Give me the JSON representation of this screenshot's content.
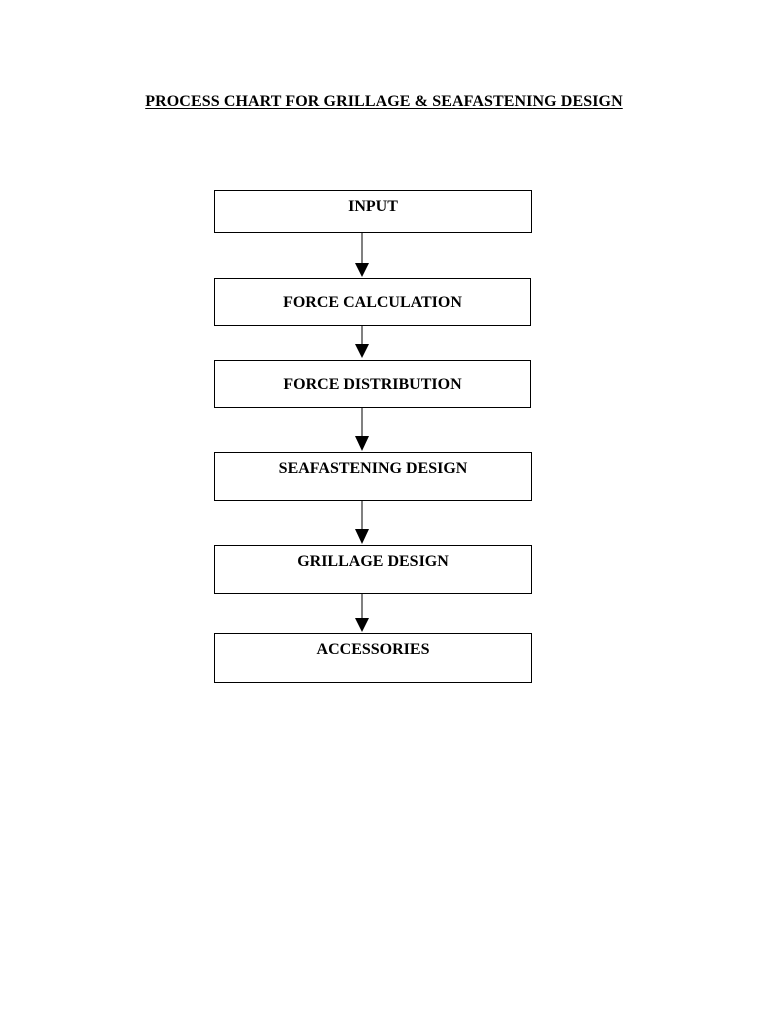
{
  "document": {
    "title": "PROCESS CHART FOR GRILLAGE & SEAFASTENING DESIGN"
  },
  "flowchart": {
    "steps": [
      {
        "label": "INPUT"
      },
      {
        "label": "FORCE CALCULATION"
      },
      {
        "label": "FORCE DISTRIBUTION"
      },
      {
        "label": "SEAFASTENING DESIGN"
      },
      {
        "label": "GRILLAGE DESIGN"
      },
      {
        "label": "ACCESSORIES"
      }
    ]
  },
  "colors": {
    "stroke": "#000000",
    "background": "#ffffff"
  }
}
